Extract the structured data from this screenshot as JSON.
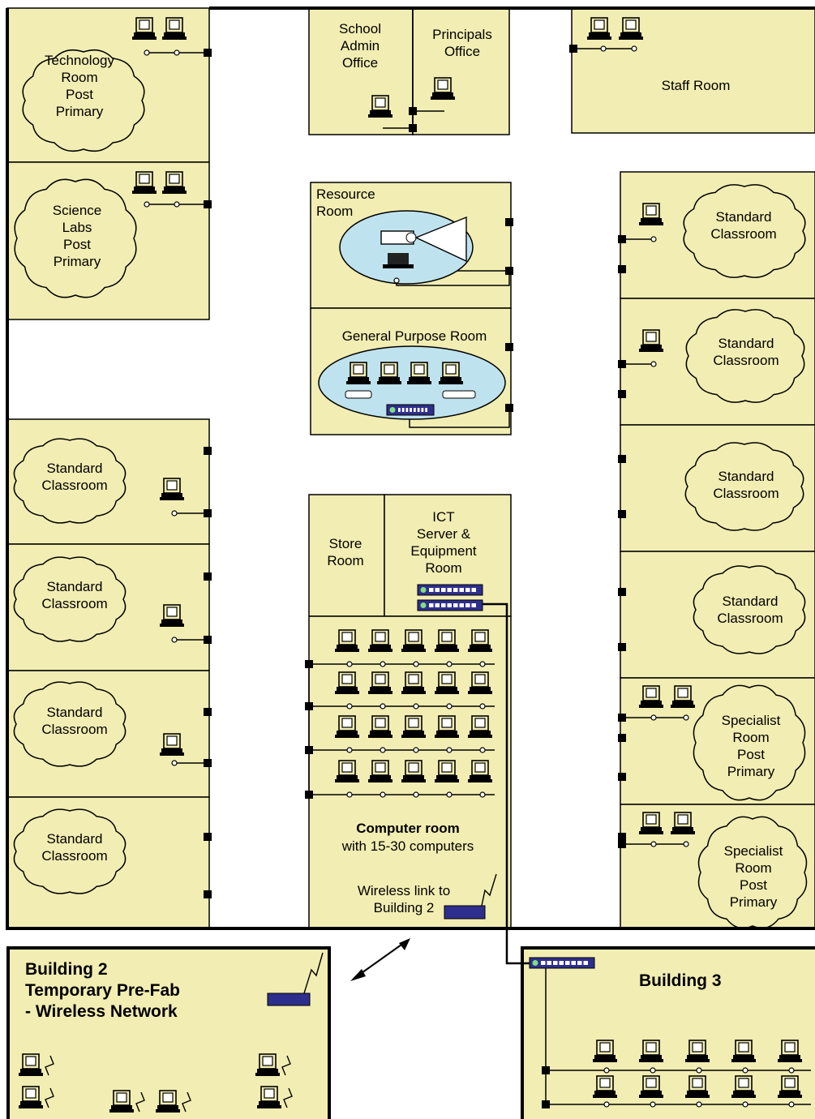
{
  "colors": {
    "room_fill": "#F2EDB2",
    "wall": "#000000",
    "ellipse_fill": "#BFE3EE",
    "switch_fill": "#2E2E8C",
    "switch_led": "#7FE07F",
    "wireless_box": "#2E2E8C",
    "pc_fill": "#F2EDB2"
  },
  "rooms": {
    "tech": [
      "Technology",
      "Room",
      "Post",
      "Primary"
    ],
    "science": [
      "Science",
      "Labs",
      "Post",
      "Primary"
    ],
    "admin": [
      "School",
      "Admin",
      "Office"
    ],
    "principals": [
      "Principals",
      "Office"
    ],
    "staff": "Staff Room",
    "resource": [
      "Resource",
      "Room"
    ],
    "general_purpose": "General Purpose  Room",
    "store": [
      "Store",
      "Room"
    ],
    "ict": [
      "ICT",
      "Server &",
      "Equipment",
      "Room"
    ],
    "standard_classroom": [
      "Standard",
      "Classroom"
    ],
    "specialist": [
      "Specialist",
      "Room",
      "Post",
      "Primary"
    ],
    "computer_room_title": "Computer room",
    "computer_room_sub": "with 15-30 computers",
    "wireless_link": [
      "Wireless link to",
      "Building 2"
    ],
    "building2": [
      "Building 2",
      "Temporary Pre-Fab",
      "- Wireless Network"
    ],
    "building3": "Building 3"
  }
}
